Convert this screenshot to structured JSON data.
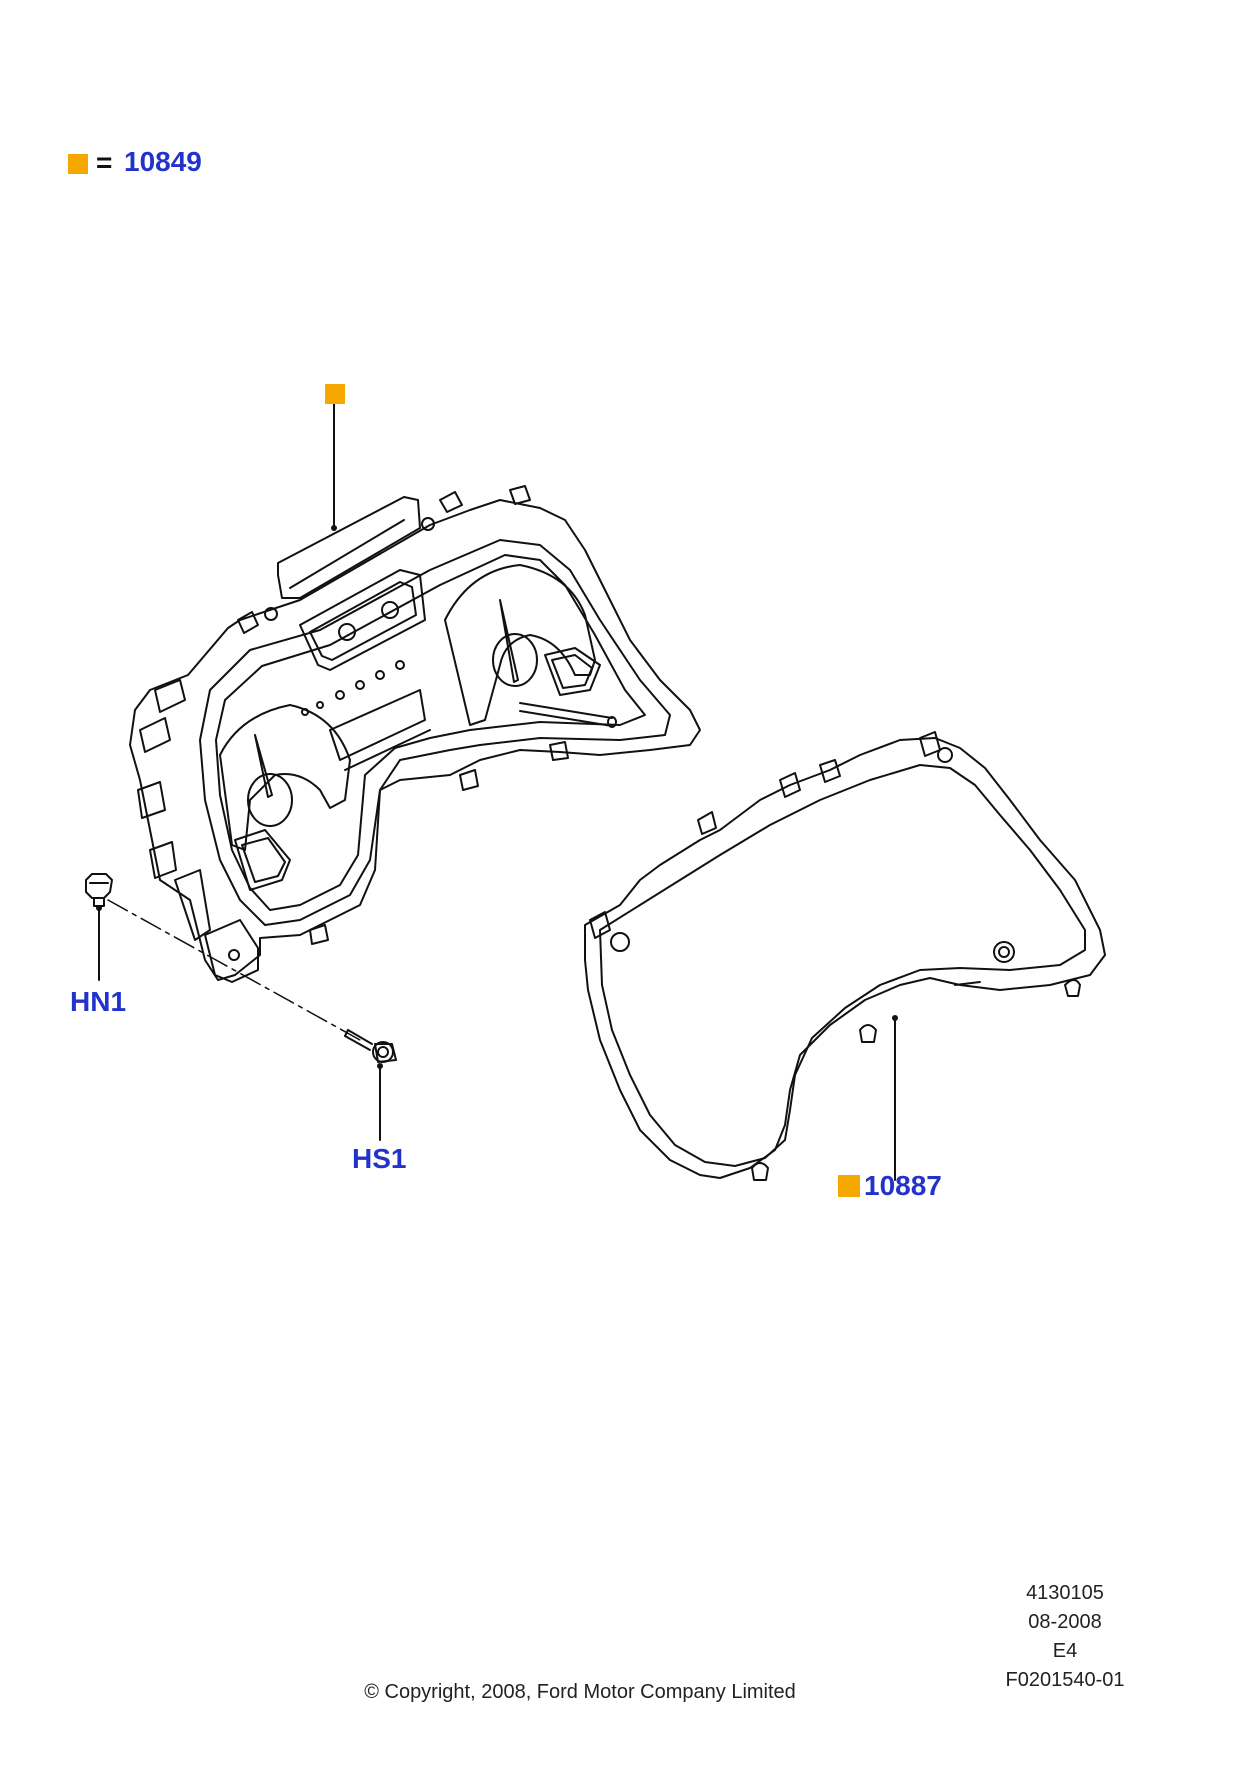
{
  "colors": {
    "accent_swatch": "#f7a800",
    "callout_text": "#2233cc",
    "line": "#111111"
  },
  "legend": {
    "equals": "=",
    "part_number": "10849"
  },
  "callouts": {
    "hn1": "HN1",
    "hs1": "HS1",
    "lens": "10887"
  },
  "meta": {
    "ref_number": "4130105",
    "date": "08-2008",
    "code": "E4",
    "figure_id": "F0201540-01",
    "copyright": "© Copyright, 2008, Ford Motor Company Limited"
  }
}
